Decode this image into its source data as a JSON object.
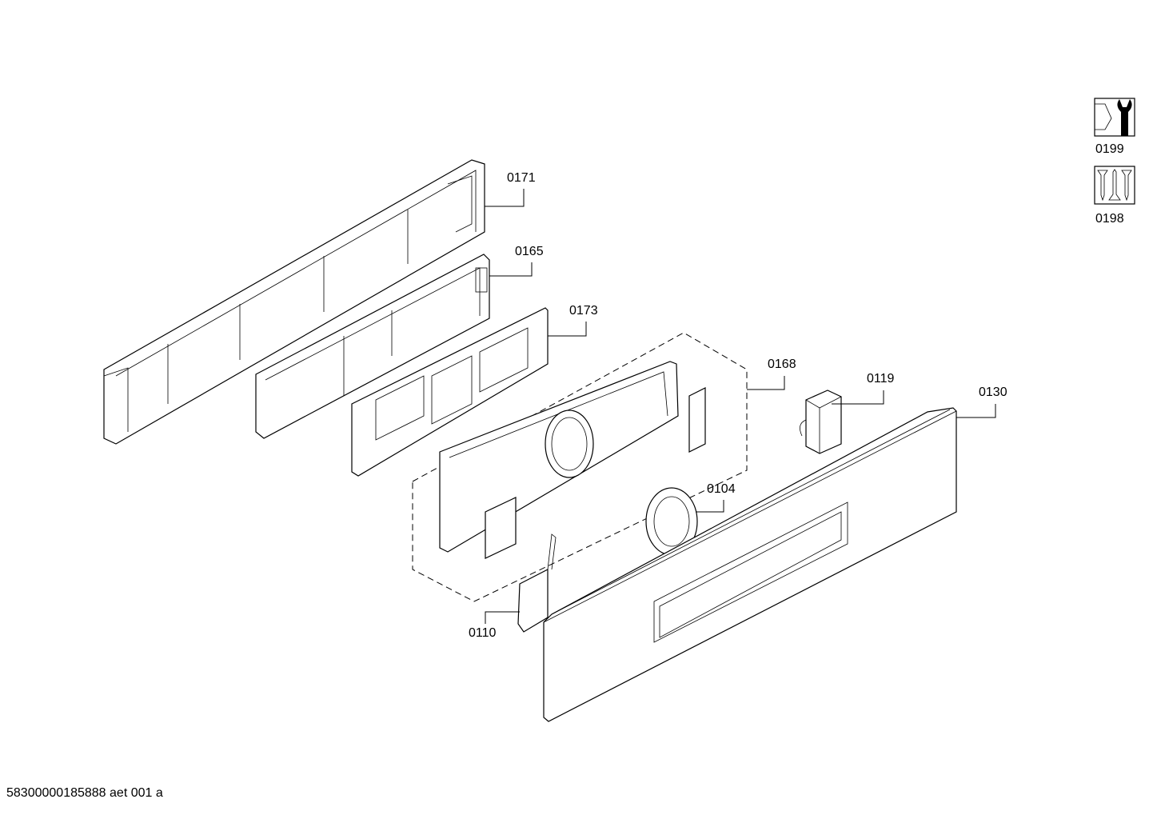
{
  "callouts": {
    "p0171": "0171",
    "p0165": "0165",
    "p0173": "0173",
    "p0168": "0168",
    "p0119": "0119",
    "p0130": "0130",
    "p0104": "0104",
    "p0110": "0110"
  },
  "legend": {
    "tools": {
      "label": "0199",
      "icon": "nut-wrench-icon"
    },
    "screws": {
      "label": "0198",
      "icon": "screws-icon"
    }
  },
  "footer": "58300000185888 aet 001 a"
}
